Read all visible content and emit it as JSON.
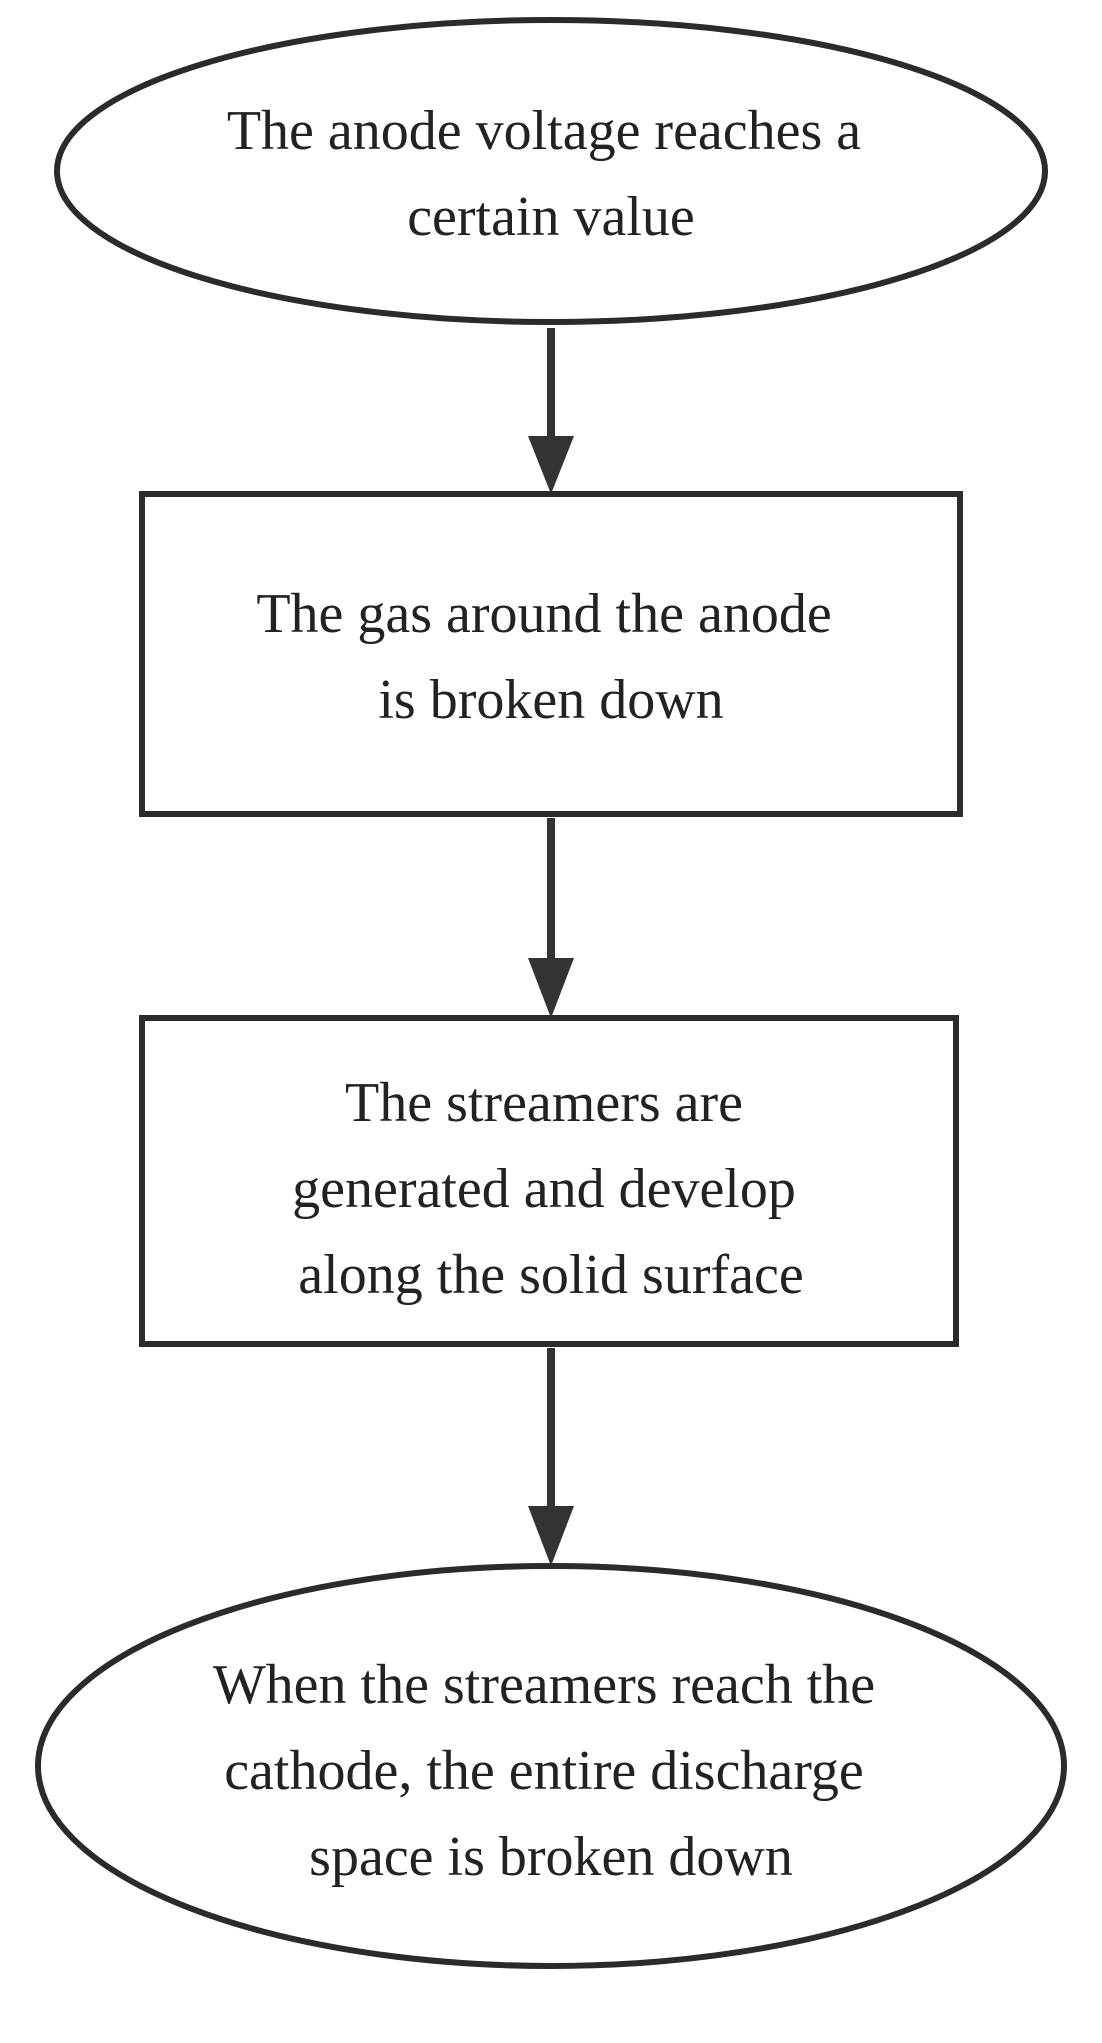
{
  "diagram": {
    "type": "flowchart",
    "colors": {
      "stroke": "#2b2b2b",
      "arrow": "#333333",
      "text": "#222222",
      "background": "#ffffff"
    },
    "nodes": [
      {
        "id": "start",
        "shape": "ellipse",
        "lines": [
          "The anode voltage reaches a",
          "certain value"
        ]
      },
      {
        "id": "step-1",
        "shape": "rectangle",
        "lines": [
          "The gas around the anode",
          "is broken down"
        ]
      },
      {
        "id": "step-2",
        "shape": "rectangle",
        "lines": [
          "The streamers are",
          "generated and develop",
          "along the solid surface"
        ]
      },
      {
        "id": "end",
        "shape": "ellipse",
        "lines": [
          "When the streamers reach the",
          "cathode, the entire discharge",
          "space is broken down"
        ]
      }
    ],
    "edges": [
      {
        "from": "start",
        "to": "step-1"
      },
      {
        "from": "step-1",
        "to": "step-2"
      },
      {
        "from": "step-2",
        "to": "end"
      }
    ]
  }
}
